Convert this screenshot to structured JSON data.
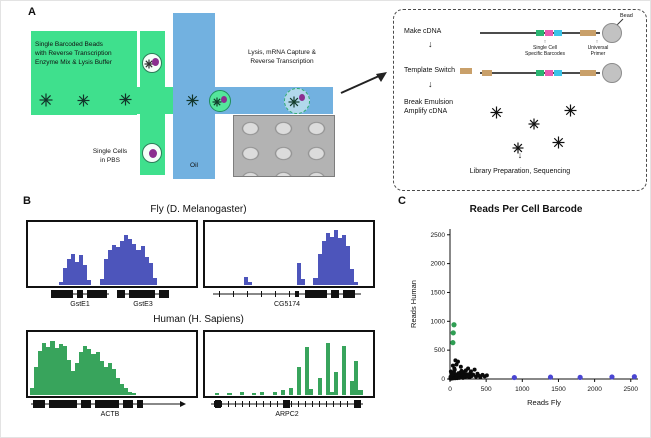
{
  "panels": {
    "a": "A",
    "b": "B",
    "c": "C"
  },
  "icons": {
    "down_arrow": "↓",
    "up_arrow": "↑"
  },
  "device": {
    "beads_label": "Single Barcoded Beads\nwith Reverse Transcription\nEnzyme Mix & Lysis Buffer",
    "cells_label": "Single Cells\nin PBS",
    "oil_label": "Oil",
    "lysis_label": "Lysis, mRNA Capture &\nReverse Transcription",
    "colors": {
      "green": "#3fe08d",
      "blue": "#72b1e0",
      "cell": "#8b2f8f"
    }
  },
  "workflow": {
    "bead_label": "Bead",
    "step1": "Make cDNA",
    "step2": "Template Switch",
    "step3": "Break Emulsion\nAmplify cDNA",
    "step4": "Library Preparation, Sequencing",
    "barcode_label": "Single Cell\nSpecific Barcodes",
    "primer_label": "Universal\nPrimer"
  },
  "tracks": {
    "fly_title": "Fly (D. Melanogaster)",
    "human_title": "Human (H. Sapiens)",
    "gene_fly1a": "GstE1",
    "gene_fly1b": "GstE3",
    "gene_fly2": "CG5174",
    "gene_human1": "ACTB",
    "gene_human2": "ARPC2"
  },
  "scatter": {
    "title": "Reads Per Cell Barcode",
    "xlabel": "Reads Fly",
    "ylabel": "Reads Human"
  },
  "chart_data": [
    {
      "type": "area",
      "name": "fly-coverage-GstE1-GstE3",
      "color": "#4d55bb",
      "values": [
        0,
        0,
        0,
        0,
        0,
        0,
        0,
        0.05,
        0.3,
        0.45,
        0.55,
        0.4,
        0.52,
        0.35,
        0.08,
        0,
        0,
        0.1,
        0.45,
        0.62,
        0.7,
        0.66,
        0.78,
        0.88,
        0.8,
        0.72,
        0.62,
        0.68,
        0.5,
        0.38,
        0.12,
        0,
        0,
        0,
        0,
        0,
        0,
        0,
        0,
        0
      ]
    },
    {
      "type": "area",
      "name": "fly-coverage-CG5174",
      "color": "#4d55bb",
      "values": [
        0,
        0,
        0,
        0,
        0,
        0,
        0,
        0,
        0,
        0.14,
        0.05,
        0,
        0,
        0,
        0,
        0,
        0,
        0,
        0,
        0,
        0,
        0,
        0.38,
        0.1,
        0,
        0,
        0.12,
        0.55,
        0.78,
        0.92,
        0.85,
        0.96,
        0.82,
        0.88,
        0.68,
        0.28,
        0.06,
        0,
        0,
        0
      ]
    },
    {
      "type": "area",
      "name": "human-coverage-ACTB",
      "color": "#38a45c",
      "values": [
        0.12,
        0.5,
        0.78,
        0.92,
        0.85,
        0.95,
        0.82,
        0.9,
        0.86,
        0.62,
        0.42,
        0.56,
        0.76,
        0.86,
        0.8,
        0.72,
        0.76,
        0.6,
        0.5,
        0.56,
        0.46,
        0.3,
        0.2,
        0.12,
        0.06,
        0.03,
        0,
        0,
        0,
        0,
        0,
        0,
        0,
        0,
        0,
        0,
        0,
        0,
        0,
        0
      ]
    },
    {
      "type": "area",
      "name": "human-coverage-ARPC2",
      "color": "#38a45c",
      "values": [
        0,
        0,
        0.03,
        0,
        0,
        0.04,
        0,
        0,
        0.05,
        0,
        0,
        0.04,
        0,
        0.06,
        0,
        0,
        0.05,
        0,
        0.08,
        0,
        0.12,
        0,
        0.5,
        0,
        0.85,
        0.1,
        0,
        0.3,
        0,
        0.92,
        0.06,
        0.4,
        0,
        0.86,
        0,
        0.25,
        0.6,
        0.08,
        0,
        0
      ]
    },
    {
      "type": "scatter",
      "title": "Reads Per Cell Barcode",
      "xlabel": "Reads Fly",
      "ylabel": "Reads Human",
      "xlim": [
        0,
        2600
      ],
      "ylim": [
        0,
        2600
      ],
      "xticks": [
        0,
        500,
        1000,
        1500,
        2000,
        2500
      ],
      "yticks": [
        0,
        500,
        1000,
        1500,
        2000,
        2500
      ],
      "series": [
        {
          "name": "fly-cells",
          "color": "#4a46d2",
          "points": [
            [
              890,
              25
            ],
            [
              1390,
              32
            ],
            [
              1800,
              28
            ],
            [
              2240,
              36
            ],
            [
              2550,
              40
            ]
          ]
        },
        {
          "name": "human-cells",
          "color": "#2f9e53",
          "points": [
            [
              55,
              940
            ],
            [
              45,
              800
            ],
            [
              40,
              630
            ]
          ]
        },
        {
          "name": "low-mixed",
          "color": "#0a0a0a",
          "points": [
            [
              5,
              8
            ],
            [
              10,
              5
            ],
            [
              15,
              12
            ],
            [
              20,
              8
            ],
            [
              25,
              20
            ],
            [
              30,
              15
            ],
            [
              35,
              30
            ],
            [
              40,
              10
            ],
            [
              45,
              25
            ],
            [
              50,
              42
            ],
            [
              55,
              18
            ],
            [
              60,
              55
            ],
            [
              65,
              30
            ],
            [
              70,
              12
            ],
            [
              75,
              46
            ],
            [
              80,
              70
            ],
            [
              85,
              25
            ],
            [
              90,
              60
            ],
            [
              95,
              35
            ],
            [
              100,
              15
            ],
            [
              105,
              80
            ],
            [
              110,
              46
            ],
            [
              115,
              100
            ],
            [
              120,
              30
            ],
            [
              125,
              62
            ],
            [
              130,
              20
            ],
            [
              135,
              90
            ],
            [
              140,
              52
            ],
            [
              145,
              112
            ],
            [
              150,
              25
            ],
            [
              155,
              70
            ],
            [
              160,
              140
            ],
            [
              165,
              42
            ],
            [
              170,
              95
            ],
            [
              175,
              55
            ],
            [
              180,
              20
            ],
            [
              190,
              120
            ],
            [
              200,
              66
            ],
            [
              210,
              36
            ],
            [
              220,
              150
            ],
            [
              230,
              82
            ],
            [
              240,
              46
            ],
            [
              250,
              182
            ],
            [
              260,
              62
            ],
            [
              270,
              26
            ],
            [
              280,
              102
            ],
            [
              290,
              132
            ],
            [
              300,
              52
            ],
            [
              320,
              76
            ],
            [
              340,
              162
            ],
            [
              360,
              42
            ],
            [
              380,
              92
            ],
            [
              400,
              56
            ],
            [
              420,
              32
            ],
            [
              450,
              72
            ],
            [
              480,
              46
            ],
            [
              510,
              62
            ],
            [
              150,
              212
            ],
            [
              90,
              252
            ],
            [
              60,
              182
            ],
            [
              110,
              302
            ],
            [
              40,
              232
            ],
            [
              75,
              322
            ],
            [
              25,
              60
            ],
            [
              18,
              95
            ],
            [
              12,
              130
            ],
            [
              8,
              40
            ],
            [
              65,
              160
            ],
            [
              35,
              75
            ],
            [
              55,
              120
            ]
          ]
        }
      ]
    }
  ]
}
